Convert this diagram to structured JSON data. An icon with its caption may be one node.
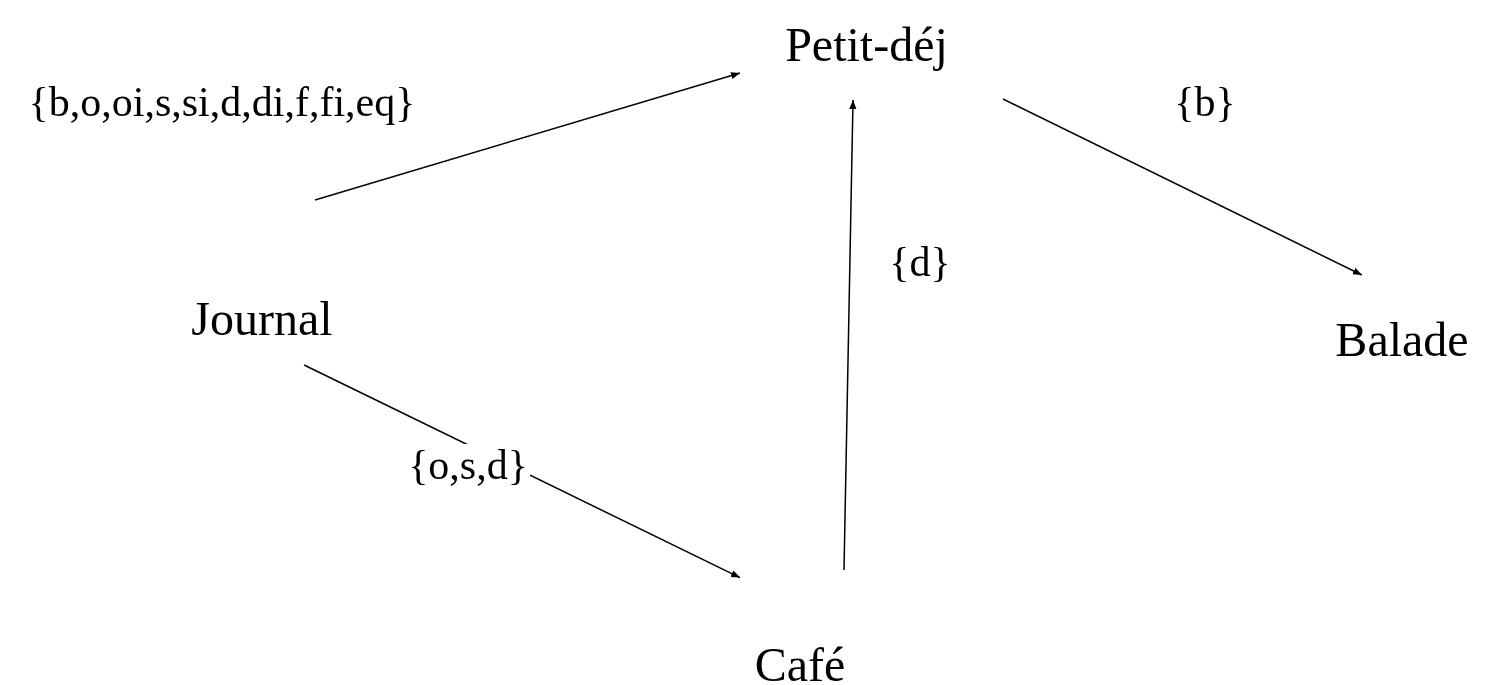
{
  "diagram": {
    "nodes": [
      {
        "text": [
          "Petit-déj"
        ]
      },
      {
        "text": [
          "Journal"
        ]
      },
      {
        "text": [
          "Balade"
        ]
      },
      {
        "text": [
          "Café"
        ]
      }
    ],
    "edges": [
      {
        "from": 1,
        "to": 0,
        "arrow": "to",
        "label": "{b,o,oi,s,si,d,di,f,fi,eq}"
      },
      {
        "from": 0,
        "to": 2,
        "arrow": "to",
        "label": "{b}"
      },
      {
        "from": 3,
        "to": 0,
        "arrow": "to",
        "label": "{d}"
      },
      {
        "from": 1,
        "to": 3,
        "arrow": "to",
        "label": "{o,s,d}"
      }
    ]
  }
}
